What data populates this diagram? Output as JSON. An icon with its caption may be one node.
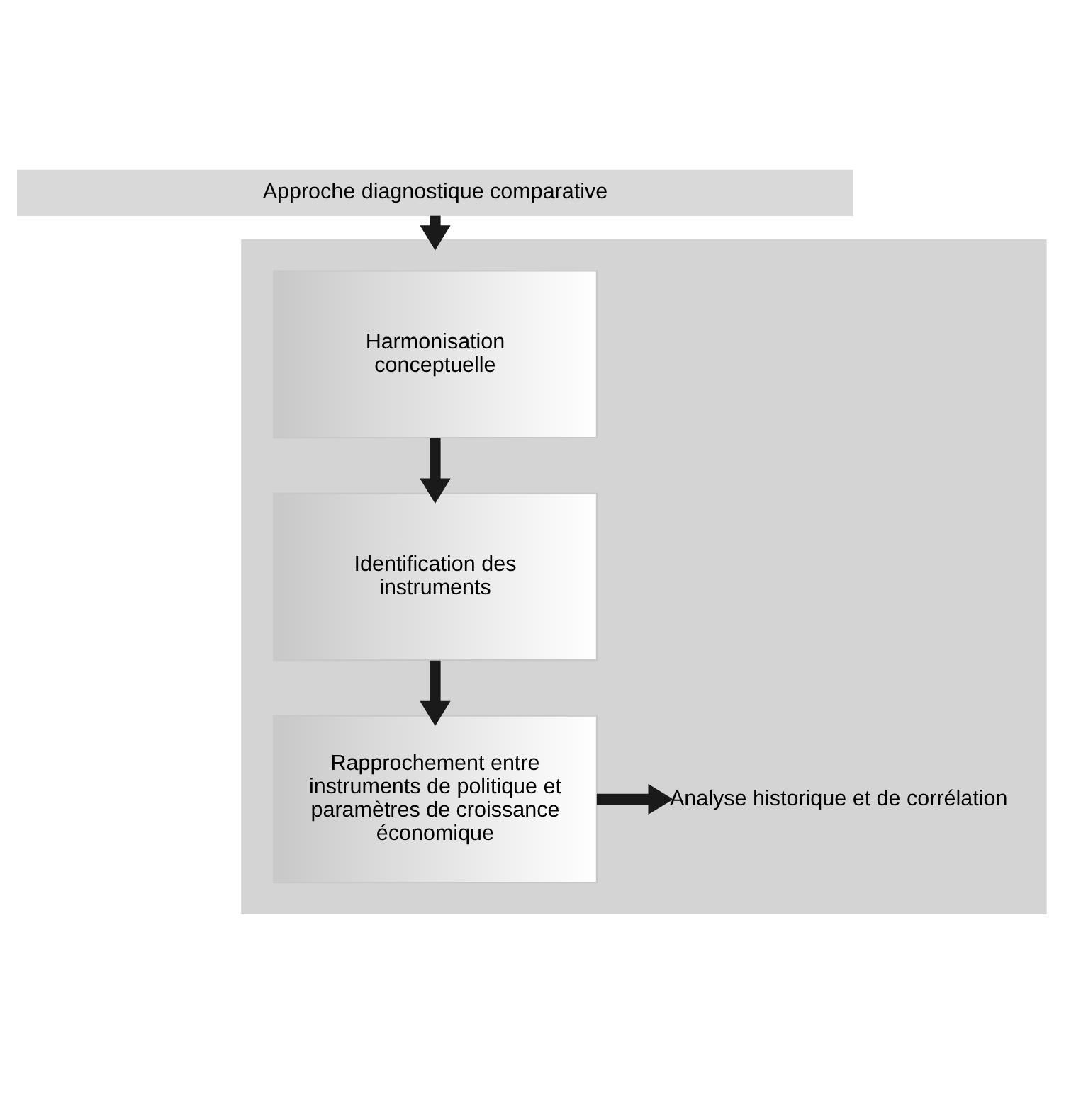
{
  "diagram": {
    "nodes": [
      {
        "text": [
          "Approche diagnostique comparative"
        ]
      },
      {
        "text": [],
        "shape": "box"
      },
      {
        "text": [
          "Harmonisation conceptuelle"
        ],
        "in": 1
      },
      {
        "text": [
          "Identification des instruments"
        ],
        "in": 1
      },
      {
        "text": [
          "Rapprochement entre instruments de politique et paramètres de croissance économique"
        ],
        "in": 1
      },
      {
        "text": [
          "Analyse historique et de corrélation"
        ],
        "in": 1
      }
    ],
    "edges": [
      {
        "from": 0,
        "to": 1,
        "arrow": "to"
      },
      {
        "from": 2,
        "to": 3,
        "arrow": "to"
      },
      {
        "from": 3,
        "to": 4,
        "arrow": "to"
      },
      {
        "from": 4,
        "to": 5,
        "arrow": "to"
      }
    ]
  }
}
